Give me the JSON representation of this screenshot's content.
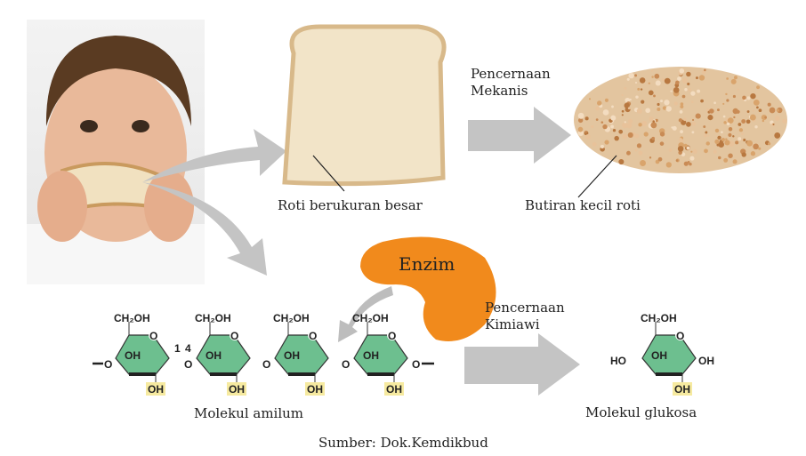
{
  "labels": {
    "bread": "Roti berukuran besar",
    "crumbs": "Butiran kecil roti",
    "mechanical_1": "Pencernaan",
    "mechanical_2": "Mekanis",
    "chemical_1": "Pencernaan",
    "chemical_2": "Kimiawi",
    "enzyme": "Enzim",
    "amylum": "Molekul amilum",
    "glucose": "Molekul glukosa",
    "source": "Sumber: Dok.Kemdikbud"
  },
  "chem": {
    "ch2oh": "CH₂OH",
    "oh": "OH",
    "ho": "HO",
    "o": "O",
    "link_1": "1",
    "link_4": "4"
  },
  "colors": {
    "ring": "#6dbf8f",
    "highlight": "#f6eaa0",
    "enzyme": "#f18a1c",
    "arrow": "#bdbdbd"
  }
}
